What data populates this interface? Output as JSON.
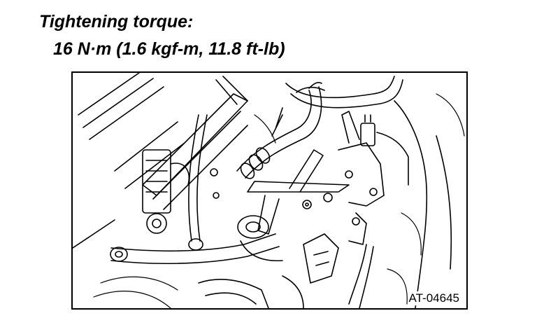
{
  "spec": {
    "label": "Tightening torque:",
    "value": "16 N·m (1.6 kgf-m, 11.8 ft-lb)"
  },
  "figure": {
    "id": "AT-04645"
  }
}
